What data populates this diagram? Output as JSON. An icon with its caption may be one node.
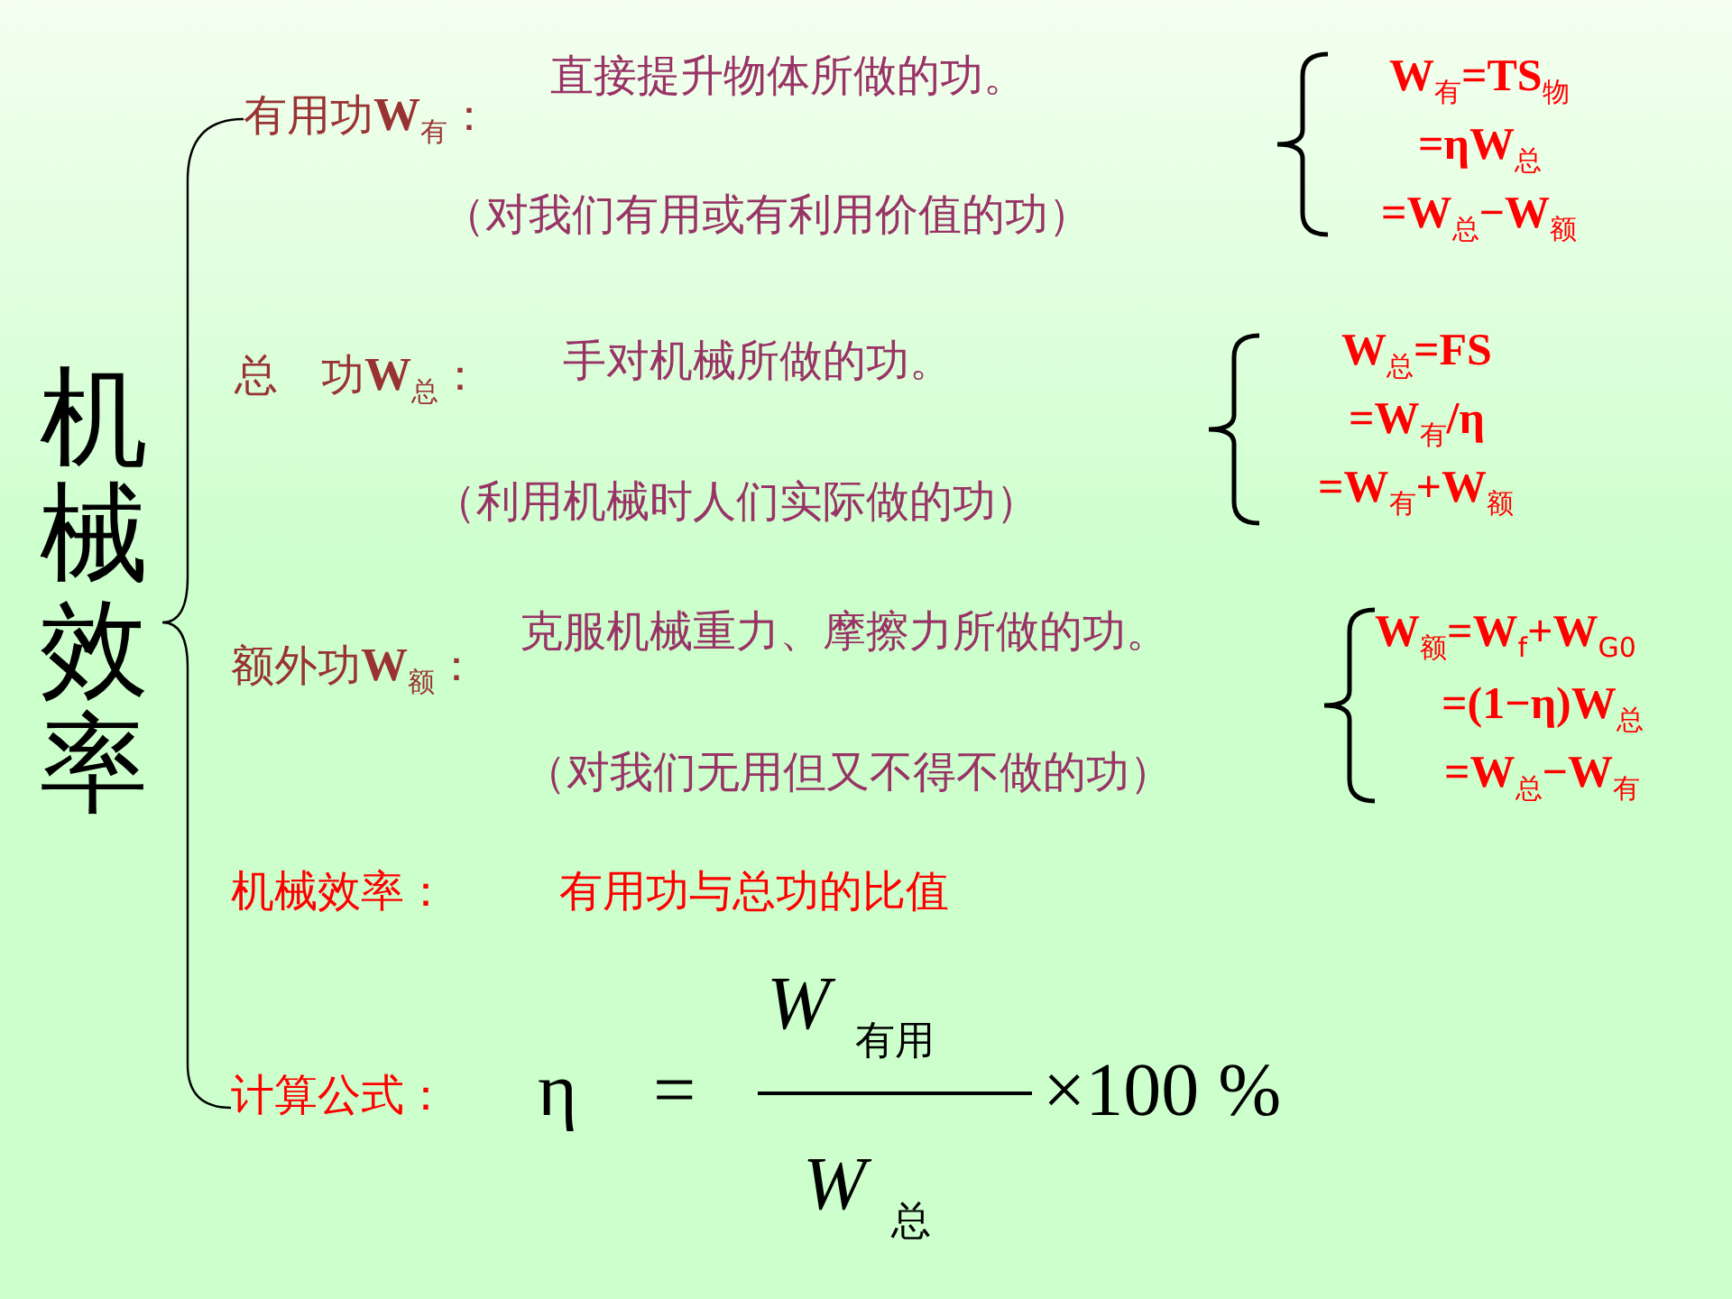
{
  "diagram": {
    "title": "机械效率",
    "labels": [
      "有用功**W**$_{有}$：",
      "直接提升物体所做的功。",
      "（对我们有用或有利用价值的功）",
      "W$_{有}$=TS$_{物}$",
      "=ηW$_{总}$",
      "=W$_{总}$−W$_{额}$",
      "总　功**W**$_{总}$：",
      "手对机械所做的功。",
      "（利用机械时人们实际做的功）",
      "W$_{总}$=FS",
      "=W$_{有}$/η",
      "=W$_{有}$+W$_{额}$",
      "额外功**W**$_{额}$：",
      "克服机械重力、摩擦力所做的功。",
      "（对我们无用但又不得不做的功）",
      "W$_{额}$=W$_{f}$+W$_{G0}$",
      "=(1−η)W$_{总}$",
      "=W$_{总}$−W$_{有}$",
      "机械效率：",
      "有用功与总功的比值",
      "计算公式：",
      "η",
      "=",
      "W$_{有用}$",
      "W$_{总}$",
      "×100 %"
    ]
  }
}
